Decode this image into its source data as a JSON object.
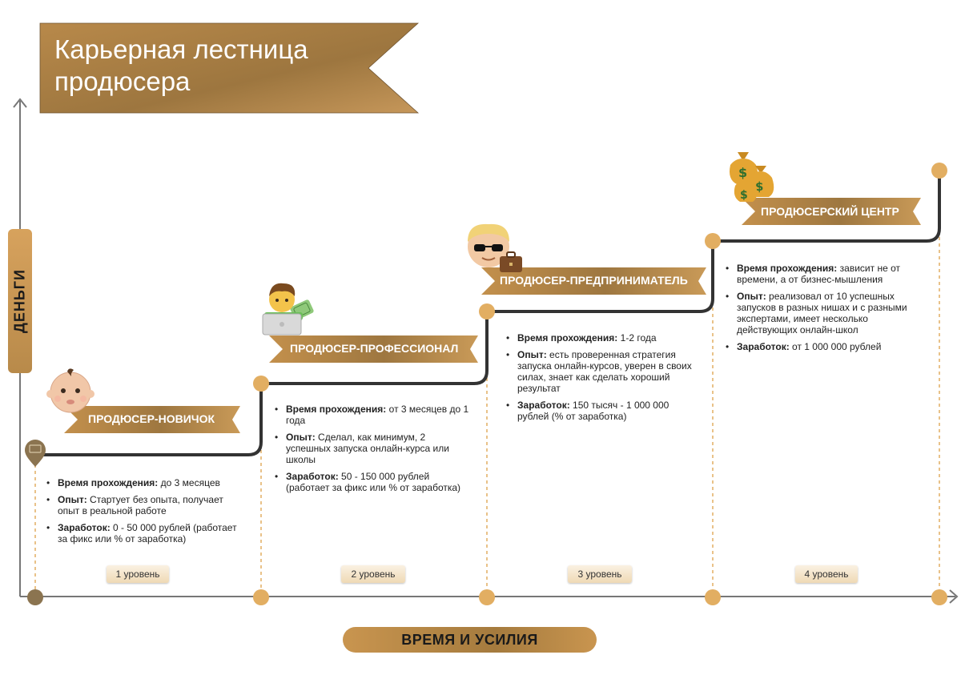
{
  "title": {
    "line1": "Карьерная лестница",
    "line2": "продюсера"
  },
  "y_axis_label": "ДЕНЬГИ",
  "x_axis_label": "ВРЕМЯ И УСИЛИЯ",
  "colors": {
    "gold": "#b8894a",
    "dot": "#e2ae62",
    "start_dot": "#8b7450",
    "line": "#333333",
    "axis": "#666666"
  },
  "stages": [
    {
      "ribbon": "ПРОДЮСЕР-НОВИЧОК",
      "icon": "baby-face-icon",
      "level": "1 уровень",
      "items": [
        {
          "label": "Время прохождения:",
          "text": "до 3 месяцев"
        },
        {
          "label": "Опыт:",
          "text": "Стартует без опыта, получает опыт в реальной работе"
        },
        {
          "label": "Заработок:",
          "text": "0 - 50 000 рублей (работает за фикс или % от заработка)"
        }
      ]
    },
    {
      "ribbon": "ПРОДЮСЕР-ПРОФЕССИОНАЛ",
      "icon": "man-with-laptop-icon",
      "level": "2 уровень",
      "items": [
        {
          "label": "Время прохождения:",
          "text": "от 3 месяцев до 1 года"
        },
        {
          "label": "Опыт:",
          "text": "Сделал, как минимум, 2 успешных запуска онлайн-курса или школы"
        },
        {
          "label": "Заработок:",
          "text": "50 - 150 000 рублей (работает за фикс или % от заработка)"
        }
      ]
    },
    {
      "ribbon": "ПРОДЮСЕР-ПРЕДПРИНИМАТЕЛЬ",
      "icon": "man-with-sunglasses-briefcase-icon",
      "level": "3 уровень",
      "items": [
        {
          "label": "Время прохождения:",
          "text": "1-2 года"
        },
        {
          "label": "Опыт:",
          "text": "есть проверенная стратегия запуска онлайн-курсов, уверен в своих силах, знает как сделать хороший результат"
        },
        {
          "label": "Заработок:",
          "text": "150 тысяч - 1 000 000 рублей (% от заработка)"
        }
      ]
    },
    {
      "ribbon": "ПРОДЮСЕРСКИЙ ЦЕНТР",
      "icon": "money-bags-icon",
      "level": "4 уровень",
      "items": [
        {
          "label": "Время прохождения:",
          "text": "зависит не от времени, а от бизнес-мышления"
        },
        {
          "label": "Опыт:",
          "text": "реализовал от 10 успешных запусков в разных нишах и с разными экспертами, имеет несколько действующих онлайн-школ"
        },
        {
          "label": "Заработок:",
          "text": "от 1 000 000 рублей"
        }
      ]
    }
  ]
}
